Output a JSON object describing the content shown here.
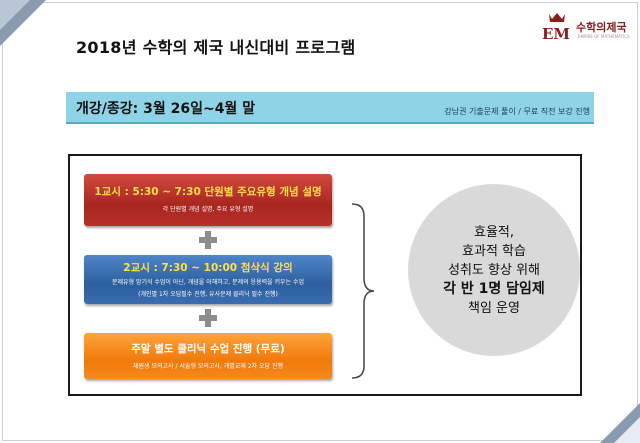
{
  "header": {
    "title": "2018년 수학의 제국 내신대비 프로그램",
    "logo": {
      "text": "수학의제국",
      "subtext": "EMPIRE OF MATHEMATICS",
      "mark": "EM"
    }
  },
  "banner": {
    "title": "개강/종강: 3월 26일~4월 말",
    "note": "강남권 기출문제 풀이 / 무료 직전 보강 진행"
  },
  "sessions": [
    {
      "title": "1교시 : 5:30 ~ 7:30 단원별 주요유형 개념 설명",
      "desc": [
        "각 단원별 개념 설명, 주요 유형 설명"
      ]
    },
    {
      "title": "2교시 : 7:30 ~ 10:00 첨삭식 강의",
      "desc": [
        "문제유형 암기식 수업이 아닌, 개념을 이해하고, 문제의 응용력을 키우는 수업",
        "(개인별 1차 오답필수 진행, 유사문제 클리닉 필수 진행)"
      ]
    },
    {
      "title": "주말 별도 클리닉 수업 진행 (무료)",
      "desc": [
        "재원생 모의고사 / 서술형 모의고사, 개별교재 2차 오답 진행"
      ]
    }
  ],
  "summary": {
    "lines": [
      "효율적,",
      "효과적 학습",
      "성취도 향상 위해",
      "각 반 1명 담임제",
      "책임 운영"
    ]
  },
  "colors": {
    "banner": "#8ed3e6",
    "session1": "#b8302a",
    "session2": "#3a6db0",
    "session3": "#f5891d",
    "highlight": "#ffe04a",
    "circle": "#d9d9d9"
  }
}
